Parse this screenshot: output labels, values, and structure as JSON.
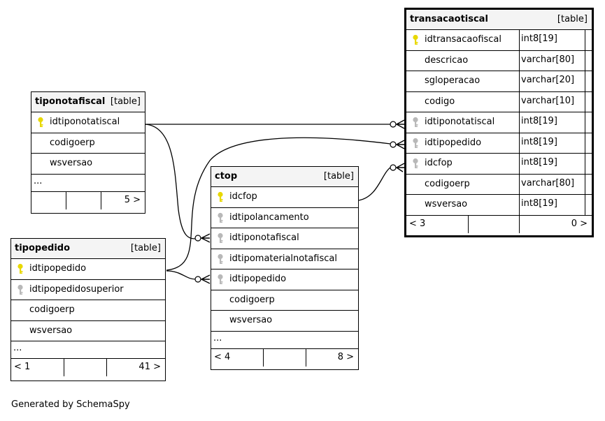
{
  "tables": {
    "transacaotiscal": {
      "name": "transacaotiscal",
      "kind": "[table]",
      "columns": [
        {
          "name": "idtransacaofiscal",
          "type": "int8[19]",
          "key": "primary"
        },
        {
          "name": "descricao",
          "type": "varchar[80]",
          "key": "none"
        },
        {
          "name": "sgloperacao",
          "type": "varchar[20]",
          "key": "none"
        },
        {
          "name": "codigo",
          "type": "varchar[10]",
          "key": "none"
        },
        {
          "name": "idtiponotatiscal",
          "type": "int8[19]",
          "key": "foreign"
        },
        {
          "name": "idtipopedido",
          "type": "int8[19]",
          "key": "foreign"
        },
        {
          "name": "idcfop",
          "type": "int8[19]",
          "key": "foreign"
        },
        {
          "name": "codigoerp",
          "type": "varchar[80]",
          "key": "none"
        },
        {
          "name": "wsversao",
          "type": "int8[19]",
          "key": "none"
        }
      ],
      "footer_left": "< 3",
      "footer_right": "0 >"
    },
    "tiponotafiscal": {
      "name": "tiponotafiscal",
      "kind": "[table]",
      "columns": [
        {
          "name": "idtiponotatiscal",
          "key": "primary"
        },
        {
          "name": "codigoerp",
          "key": "none"
        },
        {
          "name": "wsversao",
          "key": "none"
        }
      ],
      "ellipsis": "...",
      "footer_left": "",
      "footer_right": "5 >"
    },
    "ctop": {
      "name": "ctop",
      "kind": "[table]",
      "columns": [
        {
          "name": "idcfop",
          "key": "primary"
        },
        {
          "name": "idtipolancamento",
          "key": "foreign"
        },
        {
          "name": "idtiponotafiscal",
          "key": "foreign"
        },
        {
          "name": "idtipomaterialnotafiscal",
          "key": "foreign"
        },
        {
          "name": "idtipopedido",
          "key": "foreign"
        },
        {
          "name": "codigoerp",
          "key": "none"
        },
        {
          "name": "wsversao",
          "key": "none"
        }
      ],
      "ellipsis": "...",
      "footer_left": "< 4",
      "footer_right": "8 >"
    },
    "tipopedido": {
      "name": "tipopedido",
      "kind": "[table]",
      "columns": [
        {
          "name": "idtipopedido",
          "key": "primary"
        },
        {
          "name": "idtipopedidosuperior",
          "key": "foreign"
        },
        {
          "name": "codigoerp",
          "key": "none"
        },
        {
          "name": "wsversao",
          "key": "none"
        }
      ],
      "ellipsis": "...",
      "footer_left": "< 1",
      "footer_right": "41 >"
    }
  },
  "relationships": [
    {
      "from": "tiponotafiscal.idtiponotatiscal",
      "to": "transacaotiscal.idtiponotatiscal"
    },
    {
      "from": "tipopedido.idtipopedido",
      "to": "transacaotiscal.idtipopedido"
    },
    {
      "from": "ctop.idcfop",
      "to": "transacaotiscal.idcfop"
    },
    {
      "from": "tiponotafiscal.idtiponotatiscal",
      "to": "ctop.idtiponotafiscal"
    },
    {
      "from": "tipopedido.idtipopedido",
      "to": "ctop.idtipopedido"
    }
  ],
  "colors": {
    "primary_key": "#e8d800",
    "foreign_key": "#b8b8b8",
    "header_bg": "#f4f4f4"
  },
  "caption": "Generated by SchemaSpy"
}
